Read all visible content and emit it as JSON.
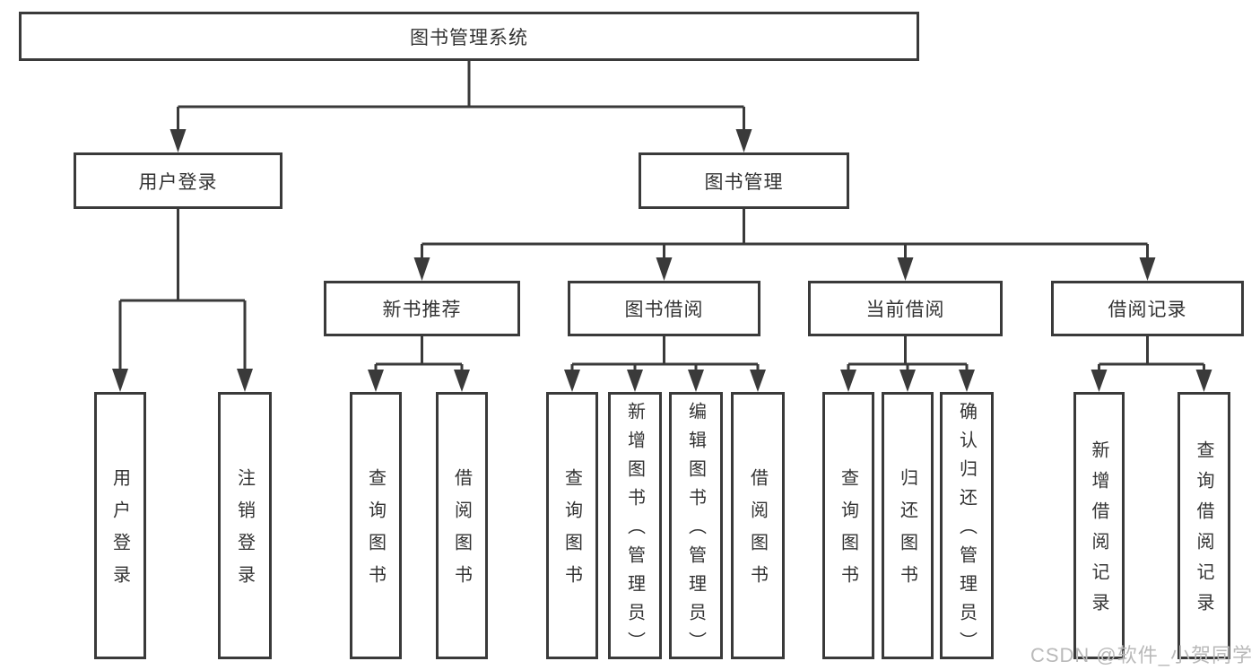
{
  "tree": {
    "root": {
      "label": "图书管理系统"
    },
    "children": [
      {
        "label": "用户登录",
        "leaves": [
          {
            "label": "用户登录"
          },
          {
            "label": "注销登录"
          }
        ]
      },
      {
        "label": "图书管理",
        "children": [
          {
            "label": "新书推荐",
            "leaves": [
              {
                "label": "查询图书"
              },
              {
                "label": "借阅图书"
              }
            ]
          },
          {
            "label": "图书借阅",
            "leaves": [
              {
                "label": "查询图书"
              },
              {
                "label": "新增图书（管理员）"
              },
              {
                "label": "编辑图书（管理员）"
              },
              {
                "label": "借阅图书"
              }
            ]
          },
          {
            "label": "当前借阅",
            "leaves": [
              {
                "label": "查询图书"
              },
              {
                "label": "归还图书"
              },
              {
                "label": "确认归还（管理员）"
              }
            ]
          },
          {
            "label": "借阅记录",
            "leaves": [
              {
                "label": "新增借阅记录"
              },
              {
                "label": "查询借阅记录"
              }
            ]
          }
        ]
      }
    ]
  },
  "watermark": {
    "text": "CSDN @软件_小贺同学",
    "color": "#b9b9b9"
  },
  "colors": {
    "line": "#3a3a3a",
    "text": "#333333",
    "background": "#ffffff"
  }
}
